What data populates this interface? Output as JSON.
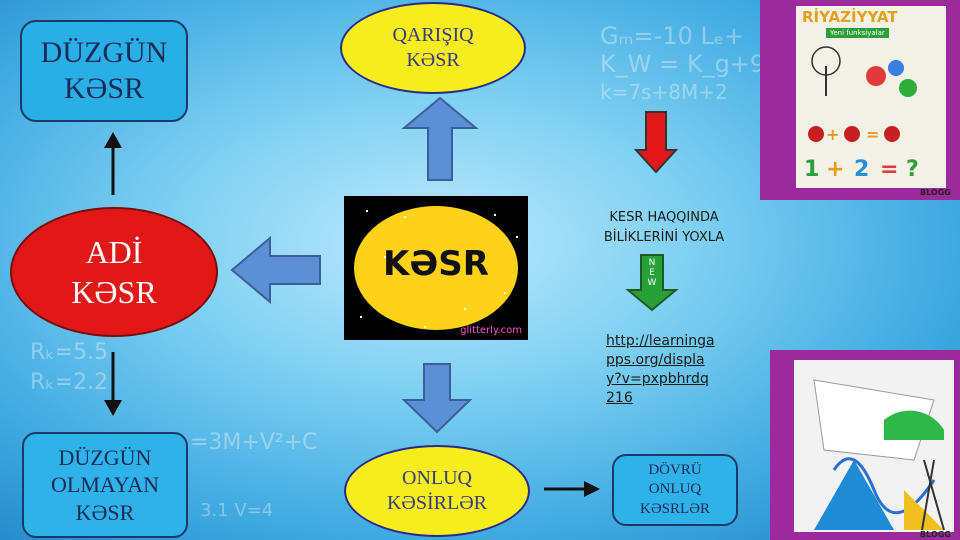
{
  "boxes": {
    "duzgun_kesr": "DÜZGÜN KƏSR",
    "qarisiq_kesr": "QARIŞIQ KƏSR",
    "adi_kesr": "ADİ KƏSR",
    "duzgun_olmayan_kesr": "DÜZGÜN OLMAYAN KƏSR",
    "onluq_kesirler": "ONLUQ KƏSİRLƏR",
    "dovru_onluq_kesrler": "DÖVRÜ ONLUQ KƏSRLƏR"
  },
  "center": {
    "title": "KƏSR",
    "watermark": "glitterly.com"
  },
  "info": {
    "text": "KESR HAQQINDA BİLİKLERİNİ YOXLA",
    "arrow_label": "NEW",
    "link": "http://learningapps.org/display?v=pxpbhrdq216"
  },
  "images": {
    "top_banner": "RİYAZİYYAT",
    "top_sub": "Yeni funksiyalar",
    "top_corner": "BLOGG",
    "bottom_corner": "BLOGG"
  },
  "colors": {
    "red": "#e21818",
    "yellow": "#f5ee1c",
    "blue": "#29aee6",
    "arrow_blue": "#5b8fd6"
  }
}
